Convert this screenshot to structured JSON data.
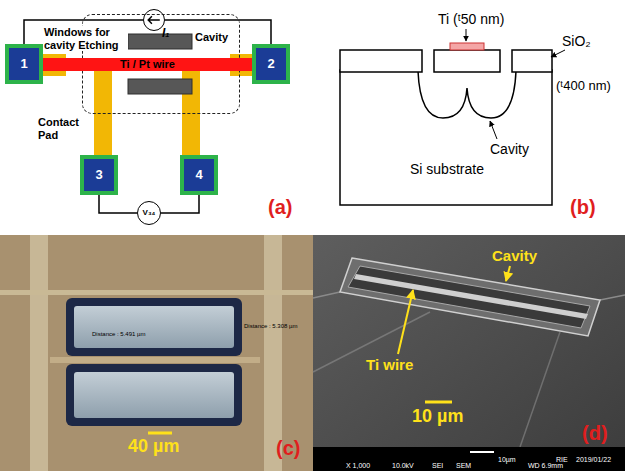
{
  "diagram": {
    "nodes": [
      {
        "text": [
          "I₁"
        ]
      },
      {
        "text": [
          "Cavity"
        ]
      },
      {
        "text": [
          "1"
        ]
      },
      {
        "text": [
          "Ti / Pt wire"
        ]
      },
      {
        "text": [
          "2"
        ]
      },
      {
        "text": [
          "3"
        ]
      },
      {
        "text": [
          "4"
        ]
      },
      {
        "text": [
          "V₃₄"
        ]
      }
    ],
    "edges": [
      {
        "from": 2,
        "to": 0,
        "arrow": "none"
      },
      {
        "from": 0,
        "to": 4,
        "arrow": "none"
      },
      {
        "from": 5,
        "to": 7,
        "arrow": "none"
      },
      {
        "from": 7,
        "to": 6,
        "arrow": "none"
      }
    ],
    "labels": [
      "Windows for cavity Etching",
      "Contact Pad",
      "(a)",
      "Ti (ᵗ50 nm)",
      "SiO₂",
      "(ᵗ400 nm)",
      "Si substrate",
      "Cavity",
      "(b)",
      "Distance : 5.491 µm",
      "Distance : 5.308 µm",
      "40 µm",
      "(c)",
      "Cavity",
      "Ti wire",
      "10 µm",
      "(d)",
      "10µm",
      "RIE",
      "2019/01/22",
      "X 1,000",
      "10.0kV",
      "SEI",
      "SEM",
      "WD 6.9mm"
    ]
  }
}
